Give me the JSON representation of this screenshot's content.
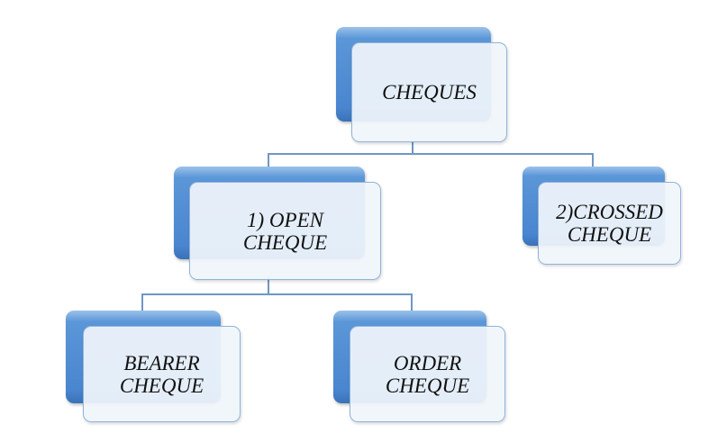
{
  "nodes": {
    "root": "CHEQUES",
    "open": "1) OPEN\nCHEQUE",
    "crossed": "2)CROSSED\nCHEQUE",
    "bearer": "BEARER\nCHEQUE",
    "order": "ORDER\nCHEQUE"
  }
}
